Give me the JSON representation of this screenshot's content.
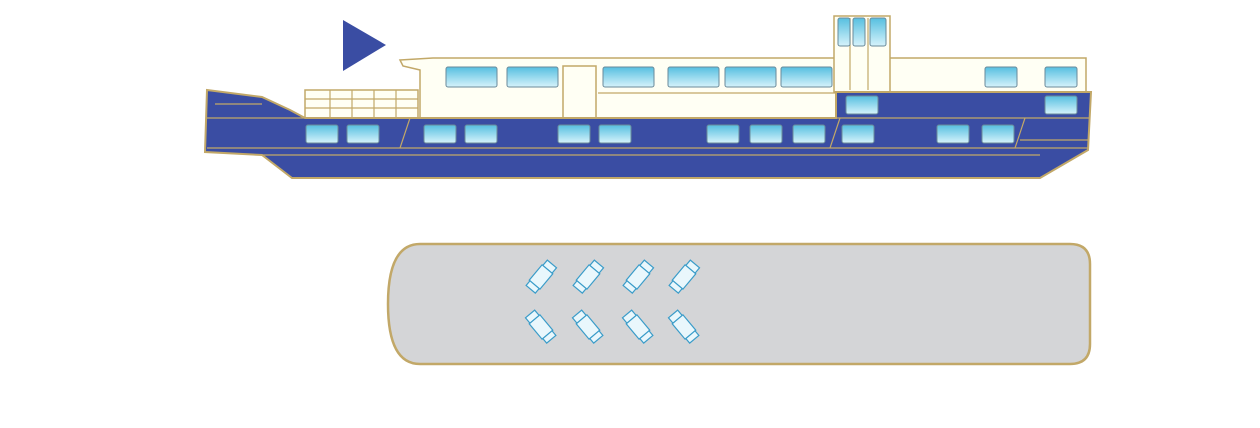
{
  "colors": {
    "background": "#ffffff",
    "hull_blue": "#3a4da3",
    "cabin_white": "#fffff4",
    "trim_gold": "#c2a868",
    "trim_gold_dark": "#a8915a",
    "window_top": "#56bfe0",
    "window_bottom": "#d6f3fb",
    "window_frame": "#6a8a9a",
    "flag_blue": "#3a4da3",
    "deck_gray": "#d4d5d7",
    "deck_border": "#c2a868",
    "chair_fill": "#e9f7fc",
    "chair_stroke": "#3a9cc9"
  },
  "ship": {
    "icon": "ship-side-view",
    "flag_icon": "pennant-flag"
  },
  "deck_plan": {
    "icon": "sun-deck-plan",
    "chair_rows": [
      {
        "row": "top",
        "count": 4,
        "facing": "up-right"
      },
      {
        "row": "bottom",
        "count": 4,
        "facing": "down-right"
      }
    ],
    "chair_icon": "deck-chair"
  }
}
